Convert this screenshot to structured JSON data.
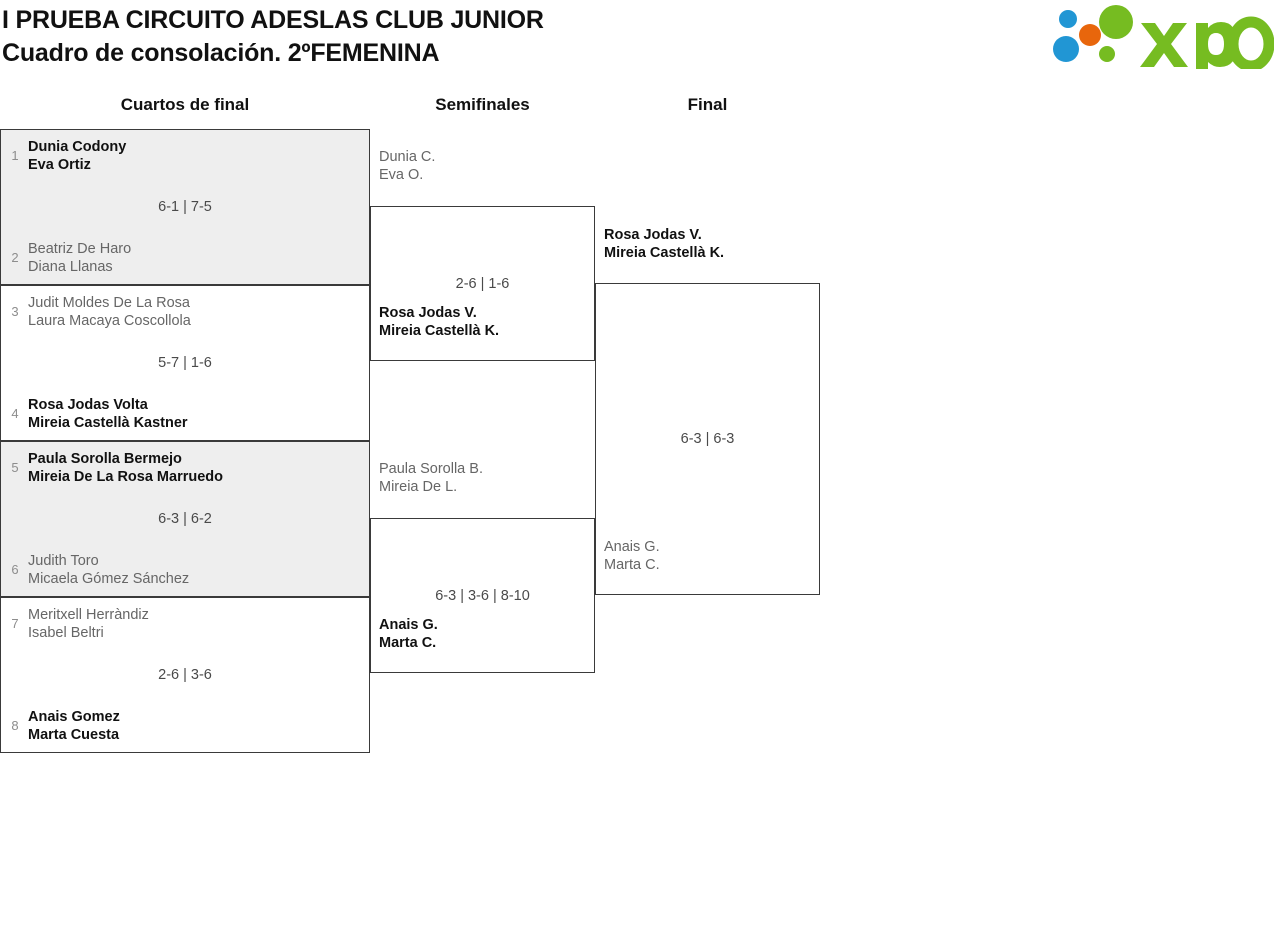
{
  "header": {
    "title_line1": "I PRUEBA CIRCUITO ADESLAS CLUB JUNIOR",
    "title_line2": "Cuadro de consolación. 2ºFEMENINA"
  },
  "logo": {
    "name": "xporty",
    "wordmark": "xporty",
    "colors": {
      "green": "#76bc21",
      "blue": "#2196d4",
      "orange": "#e8660c"
    }
  },
  "rounds": [
    {
      "label": "Cuartos de final"
    },
    {
      "label": "Semifinales"
    },
    {
      "label": "Final"
    }
  ],
  "quarterfinals": [
    {
      "shaded": true,
      "top": {
        "seed": "1",
        "p1": "Dunia Codony",
        "p2": "Eva Ortiz",
        "winner": true
      },
      "bottom": {
        "seed": "2",
        "p1": "Beatriz De Haro",
        "p2": "Diana Llanas",
        "winner": false
      },
      "score": "6-1 | 7-5"
    },
    {
      "shaded": false,
      "top": {
        "seed": "3",
        "p1": "Judit Moldes De La Rosa",
        "p2": "Laura Macaya Coscollola",
        "winner": false
      },
      "bottom": {
        "seed": "4",
        "p1": "Rosa Jodas Volta",
        "p2": "Mireia Castellà Kastner",
        "winner": true
      },
      "score": "5-7 | 1-6"
    },
    {
      "shaded": true,
      "top": {
        "seed": "5",
        "p1": "Paula Sorolla Bermejo",
        "p2": "Mireia De La Rosa Marruedo",
        "winner": true
      },
      "bottom": {
        "seed": "6",
        "p1": "Judith Toro",
        "p2": "Micaela Gómez Sánchez",
        "winner": false
      },
      "score": "6-3 | 6-2"
    },
    {
      "shaded": false,
      "top": {
        "seed": "7",
        "p1": "Meritxell Herràndiz",
        "p2": "Isabel Beltri",
        "winner": false
      },
      "bottom": {
        "seed": "8",
        "p1": "Anais Gomez",
        "p2": "Marta Cuesta",
        "winner": true
      },
      "score": "2-6 | 3-6"
    }
  ],
  "semifinals": [
    {
      "top": {
        "p1": "Dunia C.",
        "p2": "Eva O.",
        "winner": false
      },
      "bottom": {
        "p1": "Rosa Jodas V.",
        "p2": "Mireia Castellà K.",
        "winner": true
      },
      "score": "2-6 | 1-6"
    },
    {
      "top": {
        "p1": "Paula Sorolla B.",
        "p2": "Mireia De L.",
        "winner": false
      },
      "bottom": {
        "p1": "Anais G.",
        "p2": "Marta C.",
        "winner": true
      },
      "score": "6-3 | 3-6 | 8-10"
    }
  ],
  "final": {
    "top": {
      "p1": "Rosa Jodas V.",
      "p2": "Mireia Castellà K.",
      "winner": true
    },
    "bottom": {
      "p1": "Anais G.",
      "p2": "Marta C.",
      "winner": false
    },
    "score": "6-3 | 6-3"
  }
}
